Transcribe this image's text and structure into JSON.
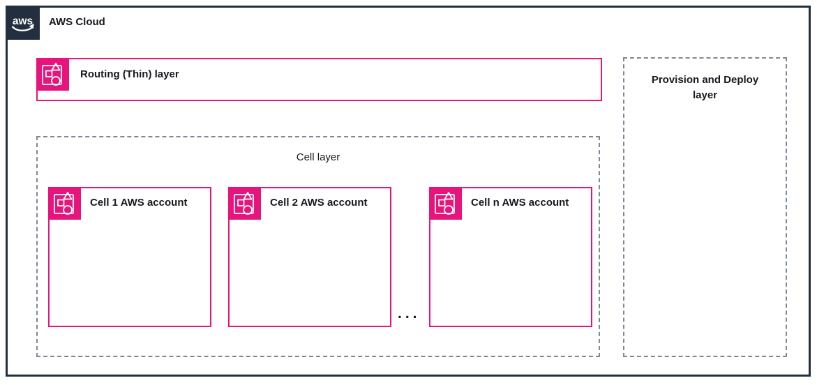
{
  "diagram": {
    "aws_cloud": {
      "label": "AWS Cloud",
      "logo_text": "aws"
    },
    "routing_layer": {
      "label": "Routing (Thin) layer"
    },
    "cell_layer": {
      "label": "Cell layer",
      "cells": [
        {
          "label": "Cell 1 AWS account"
        },
        {
          "label": "Cell 2 AWS account"
        },
        {
          "label": "Cell n AWS account"
        }
      ],
      "ellipsis": "..."
    },
    "provision_layer": {
      "label": "Provision and Deploy layer"
    }
  },
  "colors": {
    "accent_pink": "#E7157B",
    "navy": "#232F3E",
    "dashed_border_gray": "#7D8998",
    "text": "#16191F",
    "background": "#FFFFFF"
  },
  "icons": {
    "aws_logo": "aws-smile-logo",
    "account_group": "aws-account-shapes-icon"
  }
}
